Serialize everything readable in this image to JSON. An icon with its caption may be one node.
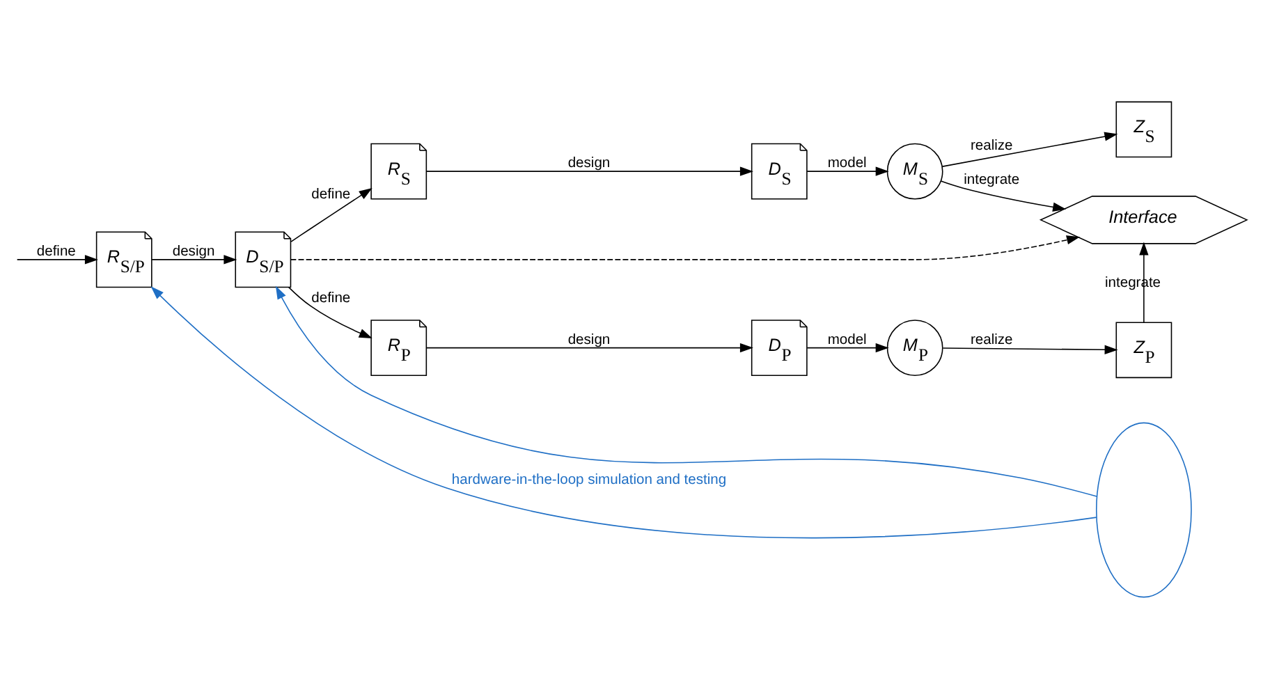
{
  "diagram": {
    "nodes": [
      {
        "text": [
          "*R*$_{S/P}$"
        ]
      },
      {
        "text": [
          "*D*$_{S/P}$"
        ]
      },
      {
        "text": [
          "*R*$_{S}$"
        ]
      },
      {
        "text": [
          "*D*$_{S}$"
        ]
      },
      {
        "text": [
          "*M*$_{S}$"
        ]
      },
      {
        "text": [
          "*Z*$_{S}$"
        ]
      },
      {
        "text": [
          "Interface"
        ]
      },
      {
        "text": [
          "*R*$_{P}$"
        ]
      },
      {
        "text": [
          "*D*$_{P}$"
        ]
      },
      {
        "text": [
          "*M*$_{P}$"
        ]
      },
      {
        "text": [
          "*Z*$_{P}$"
        ]
      },
      {
        "text": [],
        "shape": "ellipse"
      }
    ],
    "edges": [
      {
        "from": null,
        "to": 0,
        "arrow": "to",
        "label": "define"
      },
      {
        "from": 0,
        "to": 1,
        "arrow": "to",
        "label": "design"
      },
      {
        "from": 1,
        "to": 2,
        "arrow": "to",
        "label": "define"
      },
      {
        "from": 1,
        "to": 6,
        "arrow": "to",
        "style": "dashed"
      },
      {
        "from": 1,
        "to": 7,
        "arrow": "to",
        "label": "define"
      },
      {
        "from": 2,
        "to": 3,
        "arrow": "to",
        "label": "design"
      },
      {
        "from": 3,
        "to": 4,
        "arrow": "to",
        "label": "model"
      },
      {
        "from": 4,
        "to": 5,
        "arrow": "to",
        "label": "realize"
      },
      {
        "from": 4,
        "to": 6,
        "arrow": "to",
        "label": "integrate"
      },
      {
        "from": 7,
        "to": 8,
        "arrow": "to",
        "label": "design"
      },
      {
        "from": 8,
        "to": 9,
        "arrow": "to",
        "label": "model"
      },
      {
        "from": 9,
        "to": 10,
        "arrow": "to",
        "label": "realize"
      },
      {
        "from": 10,
        "to": 6,
        "arrow": "to",
        "label": "integrate"
      },
      {
        "from": 11,
        "to": 0,
        "arrow": "to",
        "color": "#1f6fc5",
        "label": "hardware-in-the-loop simulation and testing"
      },
      {
        "from": 11,
        "to": 1,
        "arrow": "to",
        "color": "#1f6fc5"
      }
    ]
  }
}
